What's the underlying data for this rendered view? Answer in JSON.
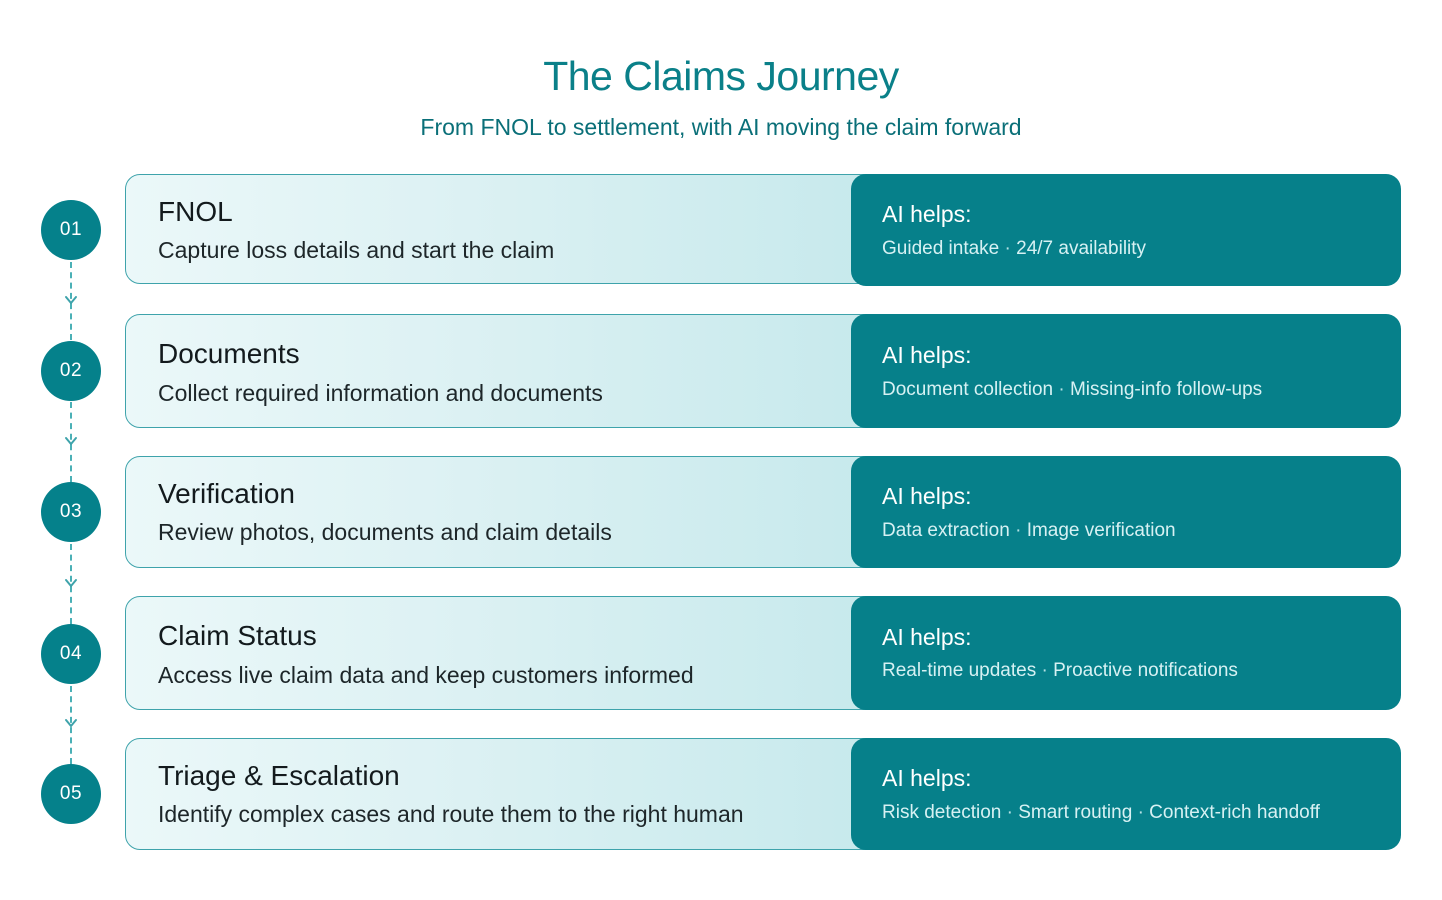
{
  "header": {
    "title": "The Claims Journey",
    "subtitle": "From FNOL to settlement, with AI moving the claim forward"
  },
  "ai_label": "AI helps:",
  "separator": "·",
  "colors": {
    "accent": "#06808a",
    "title": "#0a8089",
    "card_border": "#3ea3ab",
    "connector": "#4ab0b6"
  },
  "steps": [
    {
      "number": "01",
      "name": "FNOL",
      "description": "Capture loss details and start the claim",
      "ai_items": [
        "Guided intake",
        "24/7 availability"
      ]
    },
    {
      "number": "02",
      "name": "Documents",
      "description": "Collect required information and documents",
      "ai_items": [
        "Document collection",
        "Missing-info follow-ups"
      ]
    },
    {
      "number": "03",
      "name": "Verification",
      "description": "Review photos, documents and claim details",
      "ai_items": [
        "Data extraction",
        "Image verification"
      ]
    },
    {
      "number": "04",
      "name": "Claim Status",
      "description": "Access live claim data and keep customers informed",
      "ai_items": [
        "Real-time updates",
        "Proactive notifications"
      ]
    },
    {
      "number": "05",
      "name": "Triage & Escalation",
      "description": "Identify complex cases and route them to the right human",
      "ai_items": [
        "Risk detection",
        "Smart routing",
        "Context-rich handoff"
      ]
    }
  ]
}
